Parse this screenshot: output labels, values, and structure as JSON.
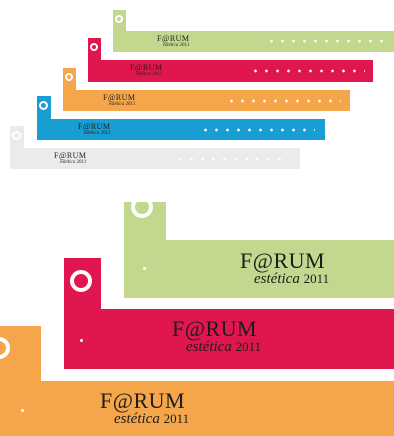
{
  "wristbands": [
    {
      "id": "small-green",
      "color": "#c3d88f",
      "logo_word": "F@RUM",
      "logo_sub": "estética",
      "logo_year": "2011"
    },
    {
      "id": "small-pink",
      "color": "#e0174e",
      "logo_word": "F@RUM",
      "logo_sub": "estética",
      "logo_year": "2011"
    },
    {
      "id": "small-orange",
      "color": "#f5a64a",
      "logo_word": "F@RUM",
      "logo_sub": "estética",
      "logo_year": "2011"
    },
    {
      "id": "small-blue",
      "color": "#189ed2",
      "logo_word": "F@RUM",
      "logo_sub": "estética",
      "logo_year": "2011"
    },
    {
      "id": "small-grey",
      "color": "#eceaea",
      "logo_word": "F@RUM",
      "logo_sub": "estética",
      "logo_year": "2011"
    },
    {
      "id": "large-green",
      "color": "#c3d88f",
      "logo_word": "F@RUM",
      "logo_sub": "estética",
      "logo_year": "2011"
    },
    {
      "id": "large-pink",
      "color": "#e0174e",
      "logo_word": "F@RUM",
      "logo_sub": "estética",
      "logo_year": "2011"
    },
    {
      "id": "large-orange",
      "color": "#f5a64a",
      "logo_word": "F@RUM",
      "logo_sub": "estética",
      "logo_year": "2011"
    }
  ]
}
